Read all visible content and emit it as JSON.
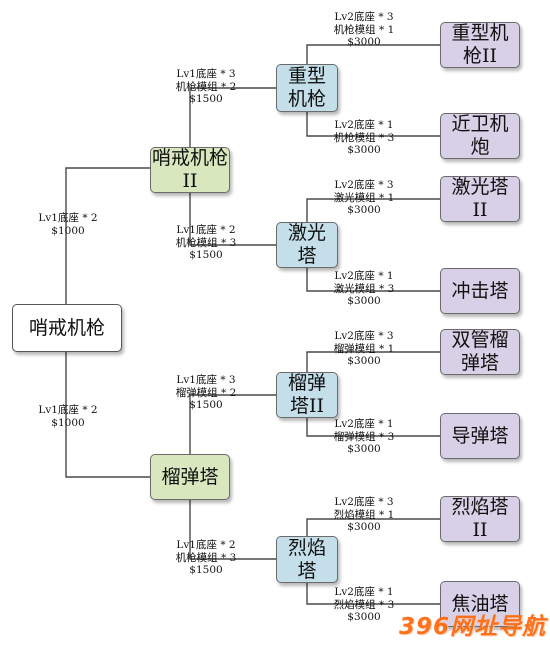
{
  "tree": {
    "root": {
      "label": "哨戒机枪"
    },
    "branch_a": {
      "label": "哨戒机枪\nII",
      "cost_lines": [
        "Lv1底座 * 2",
        "$1000"
      ],
      "children": [
        {
          "label": "重型\n机枪",
          "cost_lines": [
            "Lv1底座 * 3",
            "机枪模组 * 2",
            "$1500"
          ],
          "children": [
            {
              "label": "重型机\n枪II",
              "cost_lines": [
                "Lv2底座 * 3",
                "机枪模组 * 1",
                "$3000"
              ]
            },
            {
              "label": "近卫机\n炮",
              "cost_lines": [
                "Lv2底座 * 1",
                "机枪模组 * 3",
                "$3000"
              ]
            }
          ]
        },
        {
          "label": "激光\n塔",
          "cost_lines": [
            "Lv1底座 * 2",
            "机枪模组 * 3",
            "$1500"
          ],
          "children": [
            {
              "label": "激光塔\nII",
              "cost_lines": [
                "Lv2底座 * 3",
                "激光模组 * 1",
                "$3000"
              ]
            },
            {
              "label": "冲击塔",
              "cost_lines": [
                "Lv2底座 * 1",
                "激光模组 * 3",
                "$3000"
              ]
            }
          ]
        }
      ]
    },
    "branch_b": {
      "label": "榴弹塔",
      "cost_lines": [
        "Lv1底座 * 2",
        "$1000"
      ],
      "children": [
        {
          "label": "榴弹\n塔II",
          "cost_lines": [
            "Lv1底座 * 3",
            "榴弹模组 * 2",
            "$1500"
          ],
          "children": [
            {
              "label": "双管榴\n弹塔",
              "cost_lines": [
                "Lv2底座 * 3",
                "榴弹模组 * 1",
                "$3000"
              ]
            },
            {
              "label": "导弹塔",
              "cost_lines": [
                "Lv2底座 * 1",
                "榴弹模组 * 3",
                "$3000"
              ]
            }
          ]
        },
        {
          "label": "烈焰\n塔",
          "cost_lines": [
            "Lv1底座 * 2",
            "机枪模组 * 3",
            "$1500"
          ],
          "children": [
            {
              "label": "烈焰塔\nII",
              "cost_lines": [
                "Lv2底座 * 3",
                "烈焰模组 * 1",
                "$3000"
              ]
            },
            {
              "label": "焦油塔",
              "cost_lines": [
                "Lv2底座 * 1",
                "烈焰模组 * 3",
                "$3000"
              ]
            }
          ]
        }
      ]
    }
  },
  "watermark": "396网址导航",
  "colors": {
    "line": "#4a4a4a",
    "root_fill": "#ffffff",
    "tier1_fill": "#d8e7bd",
    "tier2_fill": "#c4dfe9",
    "tier3_fill": "#d8d0e6",
    "watermark": "#ff6a10"
  }
}
